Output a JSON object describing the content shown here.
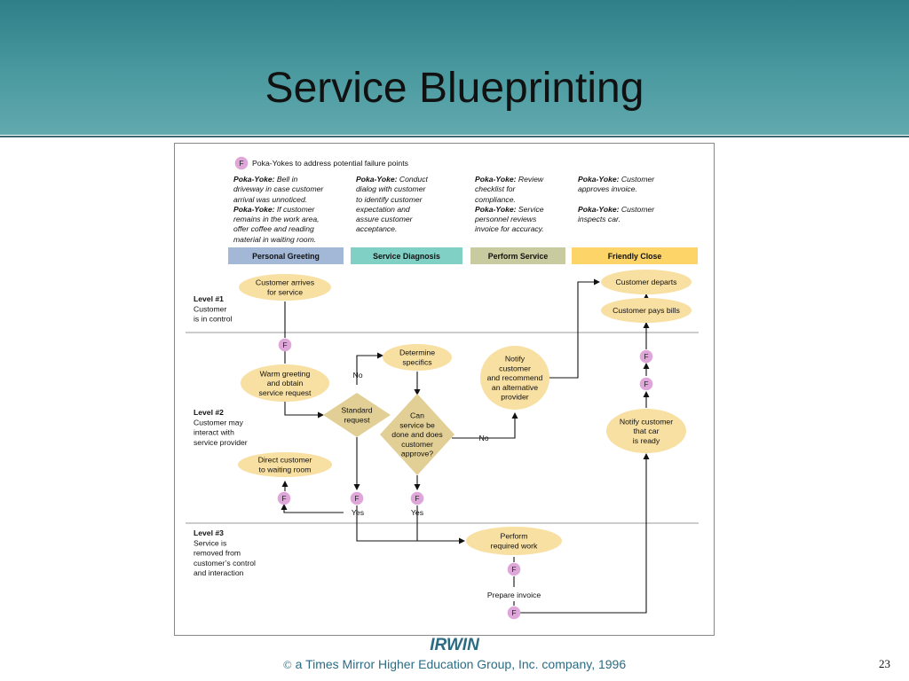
{
  "slide": {
    "title": "Service Blueprinting",
    "brand": "IRWIN",
    "copyright_symbol": "©",
    "copyright_prefix": "a",
    "copyright_text": "Times Mirror Higher Education Group, Inc. company, 1996",
    "page_number": "23"
  },
  "colors": {
    "header": "#3f8f96",
    "node_fill": "#f8dfa2",
    "poka_marker": "#dea6d9",
    "stage_personal_greeting": "#a3b7d6",
    "stage_service_diagnosis": "#80d0c5",
    "stage_perform_service": "#c8cb9f",
    "stage_friendly_close": "#fdd468"
  },
  "legend": {
    "marker": "F",
    "text": "Poka-Yokes to address potential failure points"
  },
  "pokayoke_notes": [
    {
      "lines": [
        [
          {
            "t": "Poka-Yoke:",
            "s": "b"
          },
          {
            "t": " Bell in",
            "s": "i"
          }
        ],
        [
          {
            "t": "driveway in case customer",
            "s": "i"
          }
        ],
        [
          {
            "t": "arrival was unnoticed.",
            "s": "i"
          }
        ],
        [
          {
            "t": "Poka-Yoke:",
            "s": "b"
          },
          {
            "t": " If customer",
            "s": "i"
          }
        ],
        [
          {
            "t": "remains in the work area,",
            "s": "i"
          }
        ],
        [
          {
            "t": "offer coffee and reading",
            "s": "i"
          }
        ],
        [
          {
            "t": "material in waiting room.",
            "s": "i"
          }
        ]
      ]
    },
    {
      "lines": [
        [
          {
            "t": "Poka-Yoke:",
            "s": "b"
          },
          {
            "t": " Conduct",
            "s": "i"
          }
        ],
        [
          {
            "t": "dialog with customer",
            "s": "i"
          }
        ],
        [
          {
            "t": "to identify customer",
            "s": "i"
          }
        ],
        [
          {
            "t": "expectation and",
            "s": "i"
          }
        ],
        [
          {
            "t": "assure customer",
            "s": "i"
          }
        ],
        [
          {
            "t": "acceptance.",
            "s": "i"
          }
        ]
      ]
    },
    {
      "lines": [
        [
          {
            "t": "Poka-Yoke:",
            "s": "b"
          },
          {
            "t": " Review",
            "s": "i"
          }
        ],
        [
          {
            "t": "checklist for",
            "s": "i"
          }
        ],
        [
          {
            "t": "compliance.",
            "s": "i"
          }
        ],
        [
          {
            "t": "Poka-Yoke:",
            "s": "b"
          },
          {
            "t": " Service",
            "s": "i"
          }
        ],
        [
          {
            "t": "personnel reviews",
            "s": "i"
          }
        ],
        [
          {
            "t": "invoice for accuracy.",
            "s": "i"
          }
        ]
      ]
    },
    {
      "lines": [
        [
          {
            "t": "Poka-Yoke:",
            "s": "b"
          },
          {
            "t": " Customer",
            "s": "i"
          }
        ],
        [
          {
            "t": "approves invoice.",
            "s": "i"
          }
        ],
        [
          {
            "t": "",
            "s": "i"
          }
        ],
        [
          {
            "t": "Poka-Yoke:",
            "s": "b"
          },
          {
            "t": " Customer",
            "s": "i"
          }
        ],
        [
          {
            "t": "inspects car.",
            "s": "i"
          }
        ]
      ]
    }
  ],
  "stages": [
    "Personal Greeting",
    "Service Diagnosis",
    "Perform Service",
    "Friendly Close"
  ],
  "levels": [
    {
      "title": "Level #1",
      "lines": [
        "Customer",
        "is in control"
      ]
    },
    {
      "title": "Level #2",
      "lines": [
        "Customer may",
        "interact with",
        "service provider"
      ]
    },
    {
      "title": "Level #3",
      "lines": [
        "Service is",
        "removed from",
        "customer’s control",
        "and interaction"
      ]
    }
  ],
  "nodes": {
    "customer_arrives": [
      "Customer arrives",
      "for service"
    ],
    "warm_greeting": [
      "Warm greeting",
      "and obtain",
      "service request"
    ],
    "direct_customer": [
      "Direct customer",
      "to waiting room"
    ],
    "standard_request": [
      "Standard",
      "request"
    ],
    "determine_specifics": [
      "Determine",
      "specifics"
    ],
    "can_service_be_done": [
      "Can",
      "service be",
      "done and does",
      "customer",
      "approve?"
    ],
    "notify_alternative": [
      "Notify",
      "customer",
      "and recommend",
      "an alternative",
      "provider"
    ],
    "perform_required_work": [
      "Perform",
      "required work"
    ],
    "prepare_invoice": "Prepare invoice",
    "customer_departs": "Customer departs",
    "customer_pays_bills": "Customer pays bills",
    "notify_car_ready": [
      "Notify customer",
      "that car",
      "is ready"
    ]
  },
  "edge_labels": {
    "no_upper": "No",
    "no_right": "No",
    "yes_left": "Yes",
    "yes_right": "Yes"
  }
}
